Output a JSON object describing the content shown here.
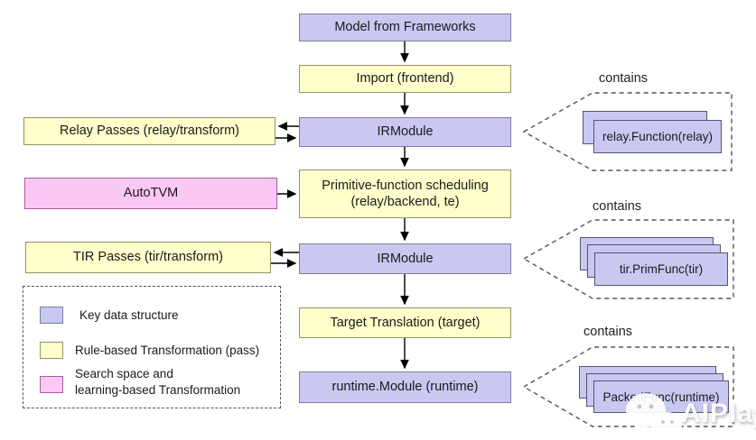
{
  "center_flow": [
    {
      "label": "Model from Frameworks",
      "type": "data"
    },
    {
      "label": "Import (frontend)",
      "type": "pass"
    },
    {
      "label": "IRModule",
      "type": "data"
    },
    {
      "label": "Primitive-function scheduling",
      "label2": "(relay/backend, te)",
      "type": "pass"
    },
    {
      "label": "IRModule",
      "type": "data"
    },
    {
      "label": "Target Translation (target)",
      "type": "pass"
    },
    {
      "label": "runtime.Module (runtime)",
      "type": "data"
    }
  ],
  "side_boxes": [
    {
      "label": "Relay Passes (relay/transform)",
      "type": "pass"
    },
    {
      "label": "AutoTVM",
      "type": "search"
    },
    {
      "label": "TIR Passes (tir/transform)",
      "type": "pass"
    }
  ],
  "legend": {
    "items": [
      {
        "swatch_color": "#c8c8f1",
        "label": "Key data structure"
      },
      {
        "swatch_color": "#ffffcc",
        "label": "Rule-based Transformation (pass)"
      },
      {
        "swatch_color": "#fbc8f4",
        "label_line1": "Search space and",
        "label_line2": "learning-based Transformation"
      }
    ]
  },
  "callouts": [
    {
      "title": "contains",
      "box_label": "relay.Function(relay)",
      "stack_count": 2
    },
    {
      "title": "contains",
      "box_label": "tir.PrimFunc(tir)",
      "stack_count": 3
    },
    {
      "title": "contains",
      "box_label": "PackedFunc(runtime)",
      "stack_count": 3
    }
  ],
  "colors": {
    "data_fill": "#c8c8f1",
    "pass_fill": "#ffffcc",
    "search_fill": "#fbc8f4",
    "arrow": "#000000",
    "dashed_outline": "#555555"
  },
  "watermark": {
    "text": "AIPlayer",
    "icon": "wechat-icon"
  }
}
